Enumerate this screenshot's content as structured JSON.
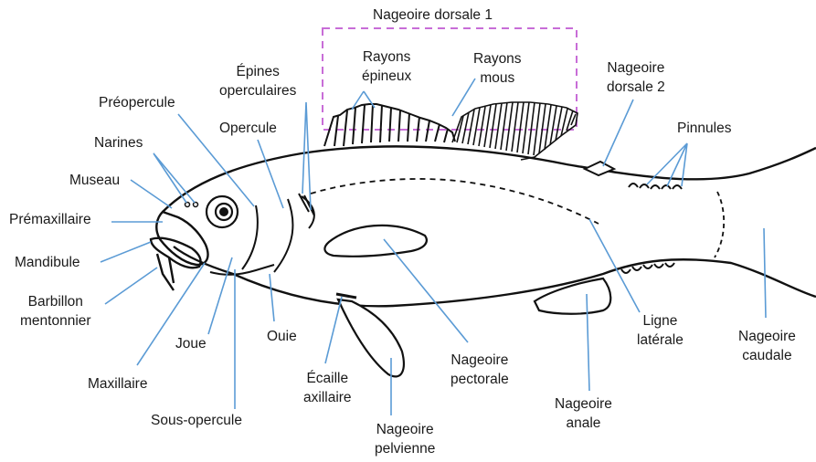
{
  "labels": {
    "nageoire_dorsale_1": "Nageoire dorsale 1",
    "rayons_epineux": [
      "Rayons",
      "épineux"
    ],
    "rayons_mous": [
      "Rayons",
      "mous"
    ],
    "nageoire_dorsale_2": [
      "Nageoire",
      "dorsale 2"
    ],
    "epines_operculaires": [
      "Épines",
      "operculaires"
    ],
    "preopercule": "Préopercule",
    "opercule": "Opercule",
    "narines": "Narines",
    "pinnules": "Pinnules",
    "museau": "Museau",
    "premaxillaire": "Prémaxillaire",
    "mandibule": "Mandibule",
    "barbillon_mentonnier": [
      "Barbillon",
      "mentonnier"
    ],
    "joue": "Joue",
    "ouie": "Ouie",
    "maxillaire": "Maxillaire",
    "ecaille_axillaire": [
      "Écaille",
      "axillaire"
    ],
    "sous_opercule": "Sous-opercule",
    "nageoire_pectorale": [
      "Nageoire",
      "pectorale"
    ],
    "ligne_laterale": [
      "Ligne",
      "latérale"
    ],
    "nageoire_caudale": [
      "Nageoire",
      "caudale"
    ],
    "nageoire_anale": [
      "Nageoire",
      "anale"
    ],
    "nageoire_pelvienne": [
      "Nageoire",
      "pelvienne"
    ]
  },
  "colors": {
    "leader_line": "#5b9bd5",
    "outline": "#111111",
    "dorsal_box": "#c86dd7"
  }
}
